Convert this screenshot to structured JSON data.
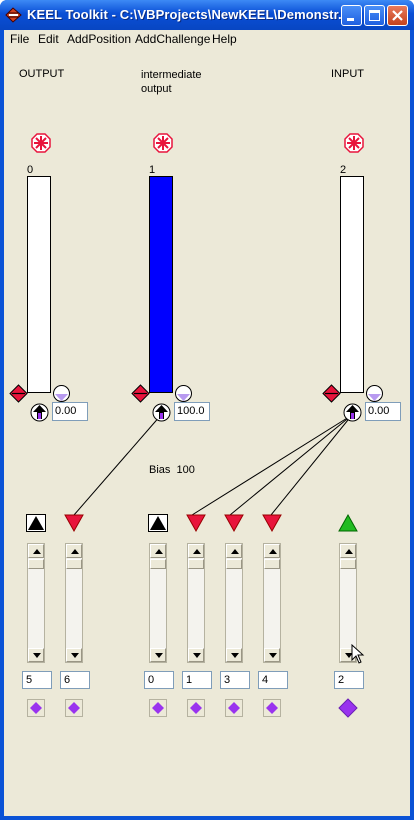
{
  "window": {
    "title": "KEEL Toolkit - C:\\VBProjects\\NewKEEL\\Demonstr...",
    "icon": "keel-app-icon"
  },
  "menu": [
    "File",
    "Edit",
    "AddPosition",
    "AddChallenge",
    "Help"
  ],
  "columns": [
    {
      "label": "OUTPUT",
      "index": "0",
      "level": 0,
      "value": "0.00"
    },
    {
      "label": "intermediate\noutput",
      "index": "1",
      "level": 1.0,
      "value": "100.0"
    },
    {
      "label": "INPUT",
      "index": "2",
      "level": 0,
      "value": "0.00"
    }
  ],
  "bias_label": "Bias  100",
  "challenges": [
    {
      "marker": "black-up-triangle",
      "value": "5"
    },
    {
      "marker": "red-down-triangle",
      "value": "6"
    },
    {
      "marker": "black-up-triangle",
      "value": "0"
    },
    {
      "marker": "red-down-triangle",
      "value": "1"
    },
    {
      "marker": "red-down-triangle",
      "value": "3"
    },
    {
      "marker": "red-down-triangle",
      "value": "4"
    },
    {
      "marker": "green-up-triangle",
      "value": "2"
    }
  ],
  "colors": {
    "title_bar": "#0a52d6",
    "client_bg": "#ece9d8",
    "tube_fill": "#0000ff",
    "red_marker": "#e8143c",
    "green_marker": "#22bb22",
    "purple_marker": "#9933ee"
  }
}
